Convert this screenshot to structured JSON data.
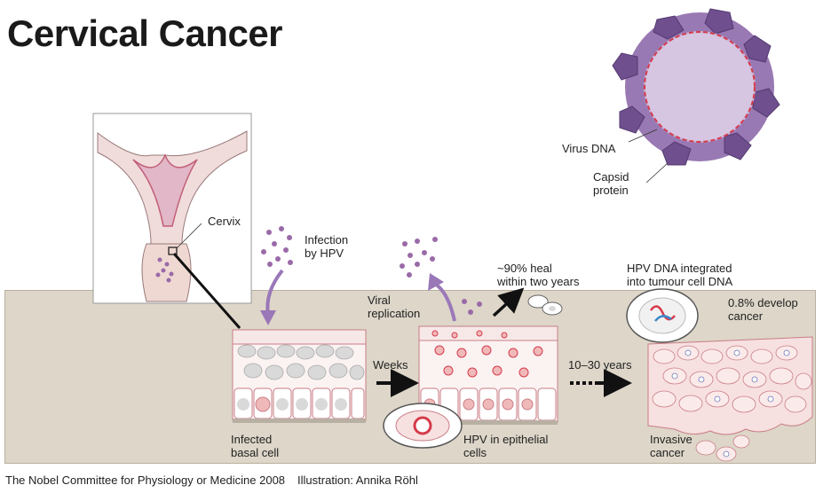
{
  "title": "Cervical Cancer",
  "labels": {
    "cervix": "Cervix",
    "infection": [
      "Infection",
      "by HPV"
    ],
    "viral_replication": [
      "Viral",
      "replication"
    ],
    "heal": [
      "~90% heal",
      "within two years"
    ],
    "integrated": [
      "HPV DNA integrated",
      "into tumour cell DNA"
    ],
    "develop": [
      "0.8% develop",
      "cancer"
    ],
    "virus_dna": "Virus DNA",
    "capsid": [
      "Capsid",
      "protein"
    ],
    "weeks": "Weeks",
    "years": "10–30 years",
    "infected_basal": [
      "Infected",
      "basal cell"
    ],
    "hpv_epithelial": [
      "HPV in epithelial",
      "cells"
    ],
    "invasive": [
      "Invasive",
      "cancer"
    ]
  },
  "footer": {
    "committee": "The Nobel Committee for Physiology or Medicine 2008",
    "illustration": "Illustration: Annika Röhl"
  },
  "colors": {
    "band": "#ddd6c9",
    "cell_fill": "#f7e8e8",
    "cell_stroke": "#c97e86",
    "nucleus": "#d9d9d9",
    "virus": "#8a6aa8",
    "dna": "#d63a4a"
  }
}
